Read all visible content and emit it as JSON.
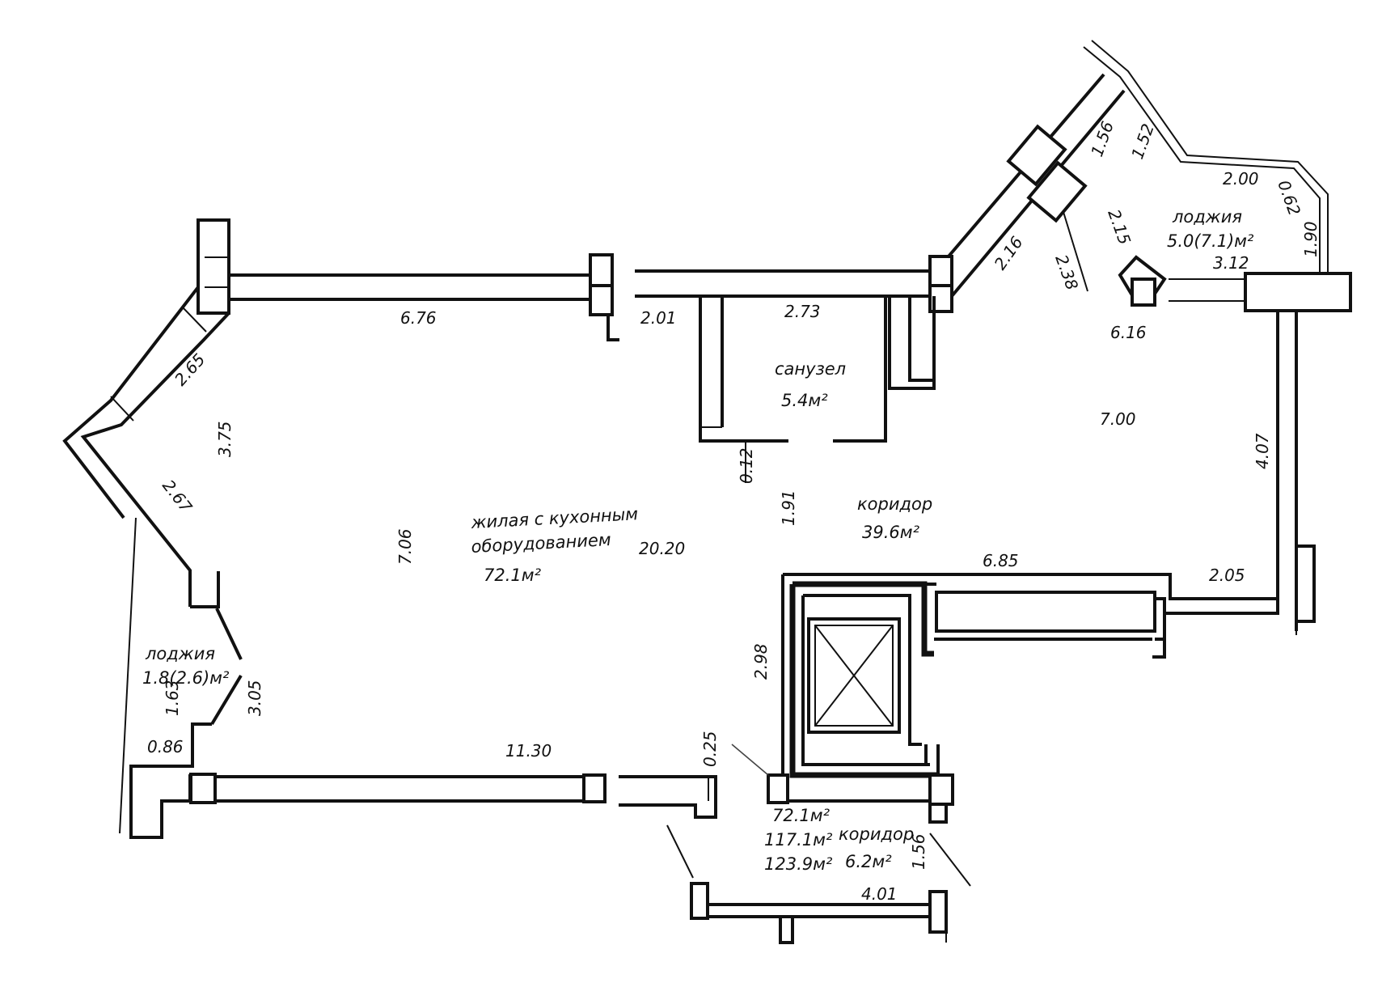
{
  "rooms": {
    "living": {
      "line1": "жилая с кухонным",
      "line2": "оборудованием",
      "area": "72.1м²"
    },
    "bathroom": {
      "name": "санузел",
      "area": "5.4м²"
    },
    "corridor_main": {
      "name": "коридор",
      "area": "39.6м²"
    },
    "loggia_right": {
      "name": "лоджия",
      "area": "5.0(7.1)м²"
    },
    "loggia_left": {
      "name": "лоджия",
      "area": "1.8(2.6)м²"
    },
    "corridor_entry": {
      "name": "коридор",
      "area": "6.2м²"
    }
  },
  "totals": {
    "living_area": "72.1м²",
    "total_area": "117.1м²",
    "total_with_loggia": "123.9м²"
  },
  "dimensions": {
    "d_676": "6.76",
    "d_201": "2.01",
    "d_273": "2.73",
    "d_265": "2.65",
    "d_375": "3.75",
    "d_267": "2.67",
    "d_706": "7.06",
    "d_2020": "20.20",
    "d_012": "0.12",
    "d_191": "1.91",
    "d_700": "7.00",
    "d_407": "4.07",
    "d_685": "6.85",
    "d_205": "2.05",
    "d_298": "2.98",
    "d_1130": "11.30",
    "d_025": "0.25",
    "d_086": "0.86",
    "d_163": "1.63",
    "d_305": "3.05",
    "d_156_top": "1.56",
    "d_152": "1.52",
    "d_200": "2.00",
    "d_062": "0.62",
    "d_215": "2.15",
    "d_216": "2.16",
    "d_238": "2.38",
    "d_312": "3.12",
    "d_190": "1.90",
    "d_616": "6.16",
    "d_156_bottom": "1.56",
    "d_401": "4.01"
  },
  "icons": {
    "elevator_shaft": "elevator-shaft-icon"
  }
}
